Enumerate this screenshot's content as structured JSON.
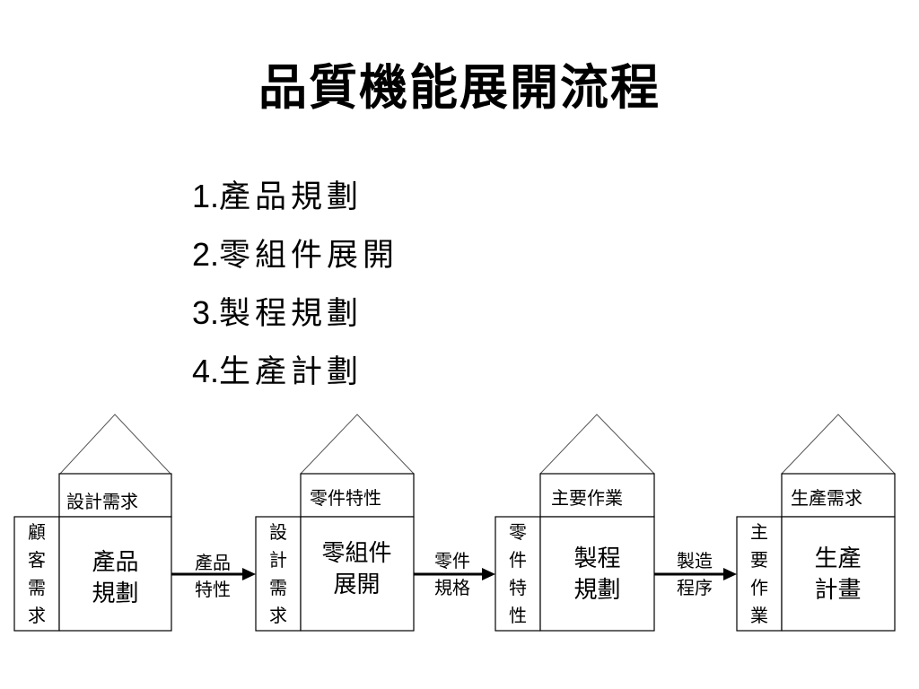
{
  "title": "品質機能展開流程",
  "steps": [
    {
      "num": "1.",
      "text": "產品規劃"
    },
    {
      "num": "2.",
      "text": "零組件展開"
    },
    {
      "num": "3.",
      "text": "製程規劃"
    },
    {
      "num": "4.",
      "text": "生產計劃"
    }
  ],
  "houses": [
    {
      "roof_label": "設計需求",
      "side_label": "顧客需求",
      "main_label_1": "產品",
      "main_label_2": "規劃"
    },
    {
      "roof_label": "零件特性",
      "side_label": "設計需求",
      "main_label_1": "零組件",
      "main_label_2": "展開"
    },
    {
      "roof_label": "主要作業",
      "side_label": "零件特性",
      "main_label_1": "製程",
      "main_label_2": "規劃"
    },
    {
      "roof_label": "生產需求",
      "side_label": "主要作業",
      "main_label_1": "生產",
      "main_label_2": "計畫"
    }
  ],
  "arrows": [
    {
      "line1": "產品",
      "line2": "特性"
    },
    {
      "line1": "零件",
      "line2": "規格"
    },
    {
      "line1": "製造",
      "line2": "程序"
    }
  ]
}
